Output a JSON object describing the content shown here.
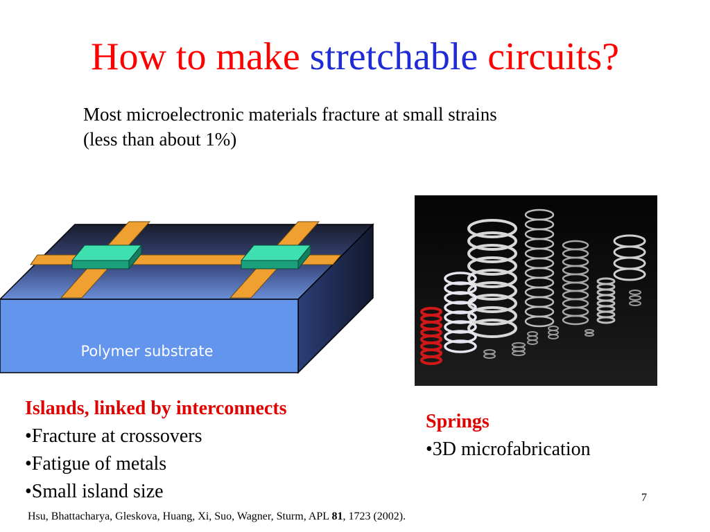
{
  "slide": {
    "title_part1": "How to make ",
    "title_part2": "stretchable",
    "title_part3": " circuits?",
    "intro_line1": "Most microelectronic materials fracture at small strains",
    "intro_line2": "(less than about 1%)",
    "diagram_label": "Polymer substrate",
    "left_heading": "Islands, linked by interconnects",
    "left_items": [
      "•Fracture at crossovers",
      "•Fatigue of metals",
      "•Small island size"
    ],
    "right_heading": "Springs",
    "right_items": [
      "•3D microfabrication"
    ],
    "page_number": "7",
    "citation_text": "Hsu, Bhattacharya, Gleskova, Huang, Xi, Suo, Wagner, Sturm, APL ",
    "citation_volume": "81",
    "citation_rest": ", 1723 (2002)."
  },
  "colors": {
    "title_red": "#ff0000",
    "title_blue": "#1f2bd6",
    "heading_red": "#e00000",
    "substrate_front": "#6495ed",
    "substrate_top_dark": "#1f2438",
    "island_green": "#2ecfa0",
    "interconnect_orange": "#f0a030"
  },
  "icons": {
    "diagram": "island-interconnect-diagram",
    "photo": "springs-photo"
  }
}
